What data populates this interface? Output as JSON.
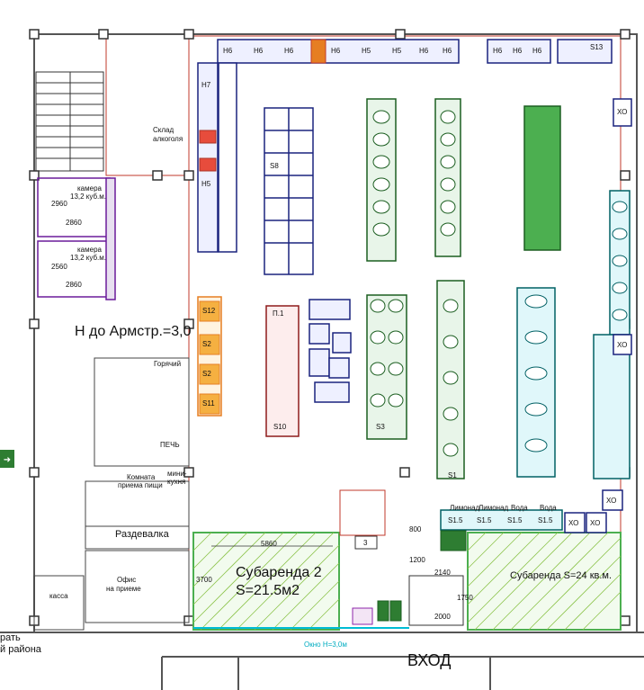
{
  "labels": {
    "ceiling_note": "Н до Армстр.=3,0",
    "sublease2": "Субаренда 2",
    "sublease2_area": "S=21.5м2",
    "sublease1": "Субаренда S=24 кв.м.",
    "entrance": "ВХОД",
    "window": "Окно Н=3,0м",
    "kitchen_room": "Комната",
    "kitchen_room2": "приема пищи",
    "mini_kitchen": "мини-",
    "mini_kitchen2": "кухня",
    "changing": "Раздевалка",
    "office": "Офис",
    "office2": "на приеме",
    "oven": "ПЕЧЬ",
    "storage": "Склад",
    "storage2": "алкоголя",
    "chamber1": "камера",
    "chamber1b": "13,2 куб.м.",
    "chamber2": "камера",
    "chamber2b": "13,2 куб.м.",
    "left_edge1": "рать",
    "left_edge2": "й района",
    "kassa": "касса",
    "hot_shop": "Горячий",
    "s2860a": "2860",
    "s2860b": "2860",
    "s2560": "2560",
    "s2960": "2960"
  },
  "dims": {
    "d5860": "5860",
    "d3700": "3700",
    "d2140": "2140",
    "d2000": "2000",
    "d1750": "1750",
    "d800": "800",
    "d1200": "1200",
    "d3": "3"
  },
  "cabinets": {
    "top_row": [
      "Н6",
      "Н6",
      "Н6",
      "Н6",
      "Н5",
      "Н5",
      "Н6",
      "Н6"
    ],
    "top_right": [
      "Н6",
      "Н6",
      "Н6"
    ],
    "s13": "S13",
    "xo": "ХО",
    "s15": "S1.5",
    "s10": "S10",
    "s8": "S8",
    "s12": "S12",
    "s11": "S11",
    "s2": "S2",
    "s3": "S3",
    "s1": "S1",
    "p1": "П.1",
    "n7": "Н7",
    "n5": "Н5"
  },
  "water_labels": [
    "Лимонад",
    "Лимонад",
    "Вода",
    "Вода"
  ]
}
